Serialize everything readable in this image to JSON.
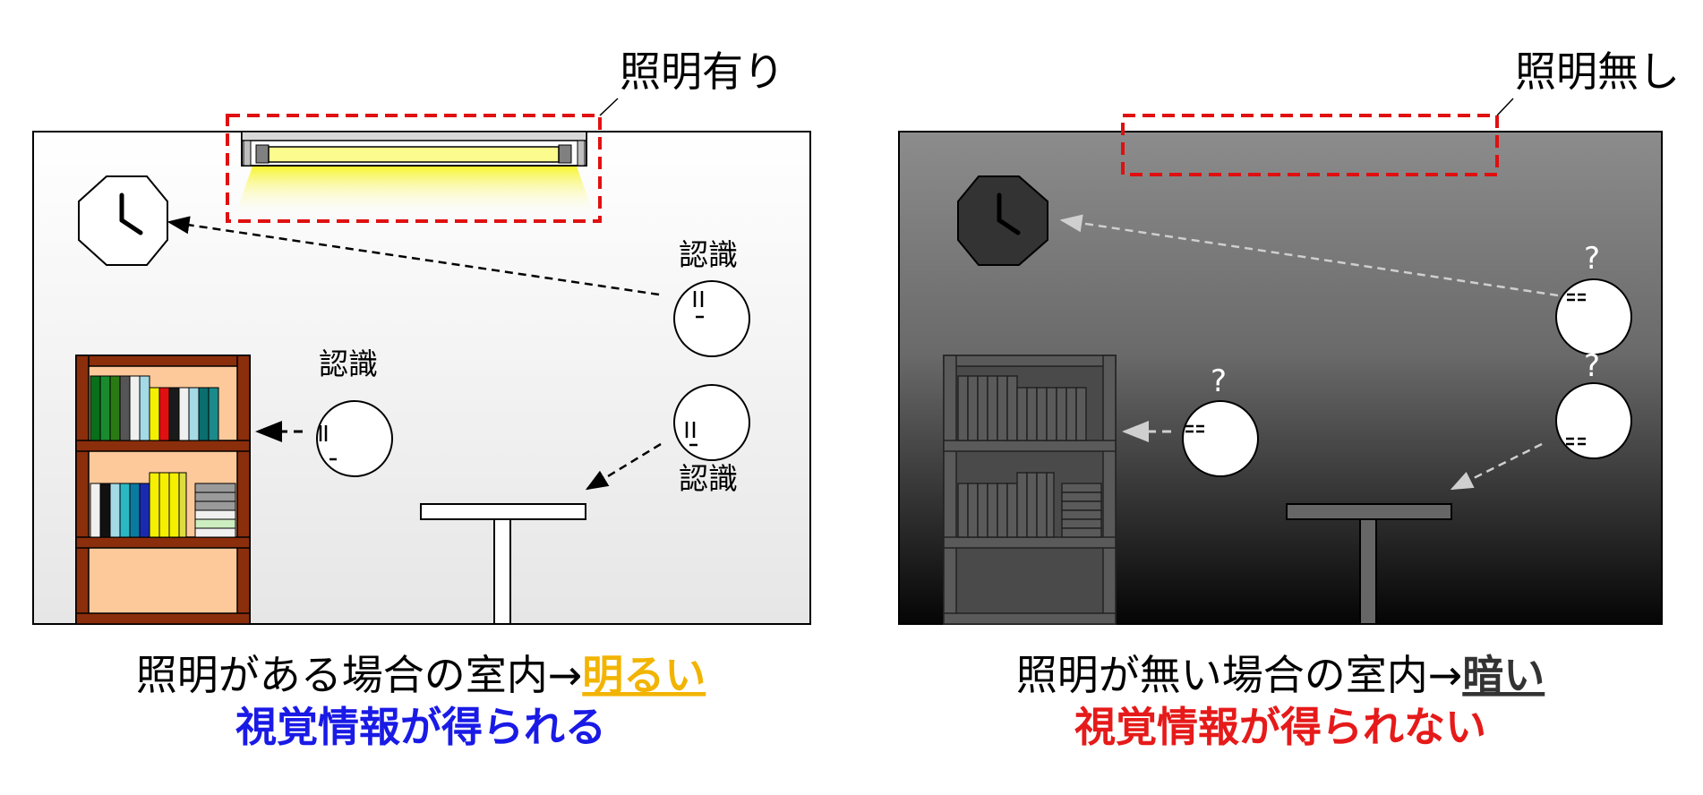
{
  "left_panel": {
    "callout_label": "照明有り",
    "recognize_label": "認識",
    "caption_prefix": "照明がある場合の室内→",
    "caption_emphasis": "明るい",
    "caption_result": "視覚情報が得られる"
  },
  "right_panel": {
    "callout_label": "照明無し",
    "unknown_mark": "?",
    "caption_prefix": "照明が無い場合の室内→",
    "caption_emphasis": "暗い",
    "caption_result": "視覚情報が得られない"
  },
  "colors": {
    "callout_box": "#e01010",
    "bright_emphasis": "#f2b400",
    "dark_emphasis": "#333333",
    "positive_result": "#1a1ae6",
    "negative_result": "#e61a1a",
    "bookshelf_wood": "#8b2e0c",
    "bookshelf_back": "#fdc99a"
  }
}
